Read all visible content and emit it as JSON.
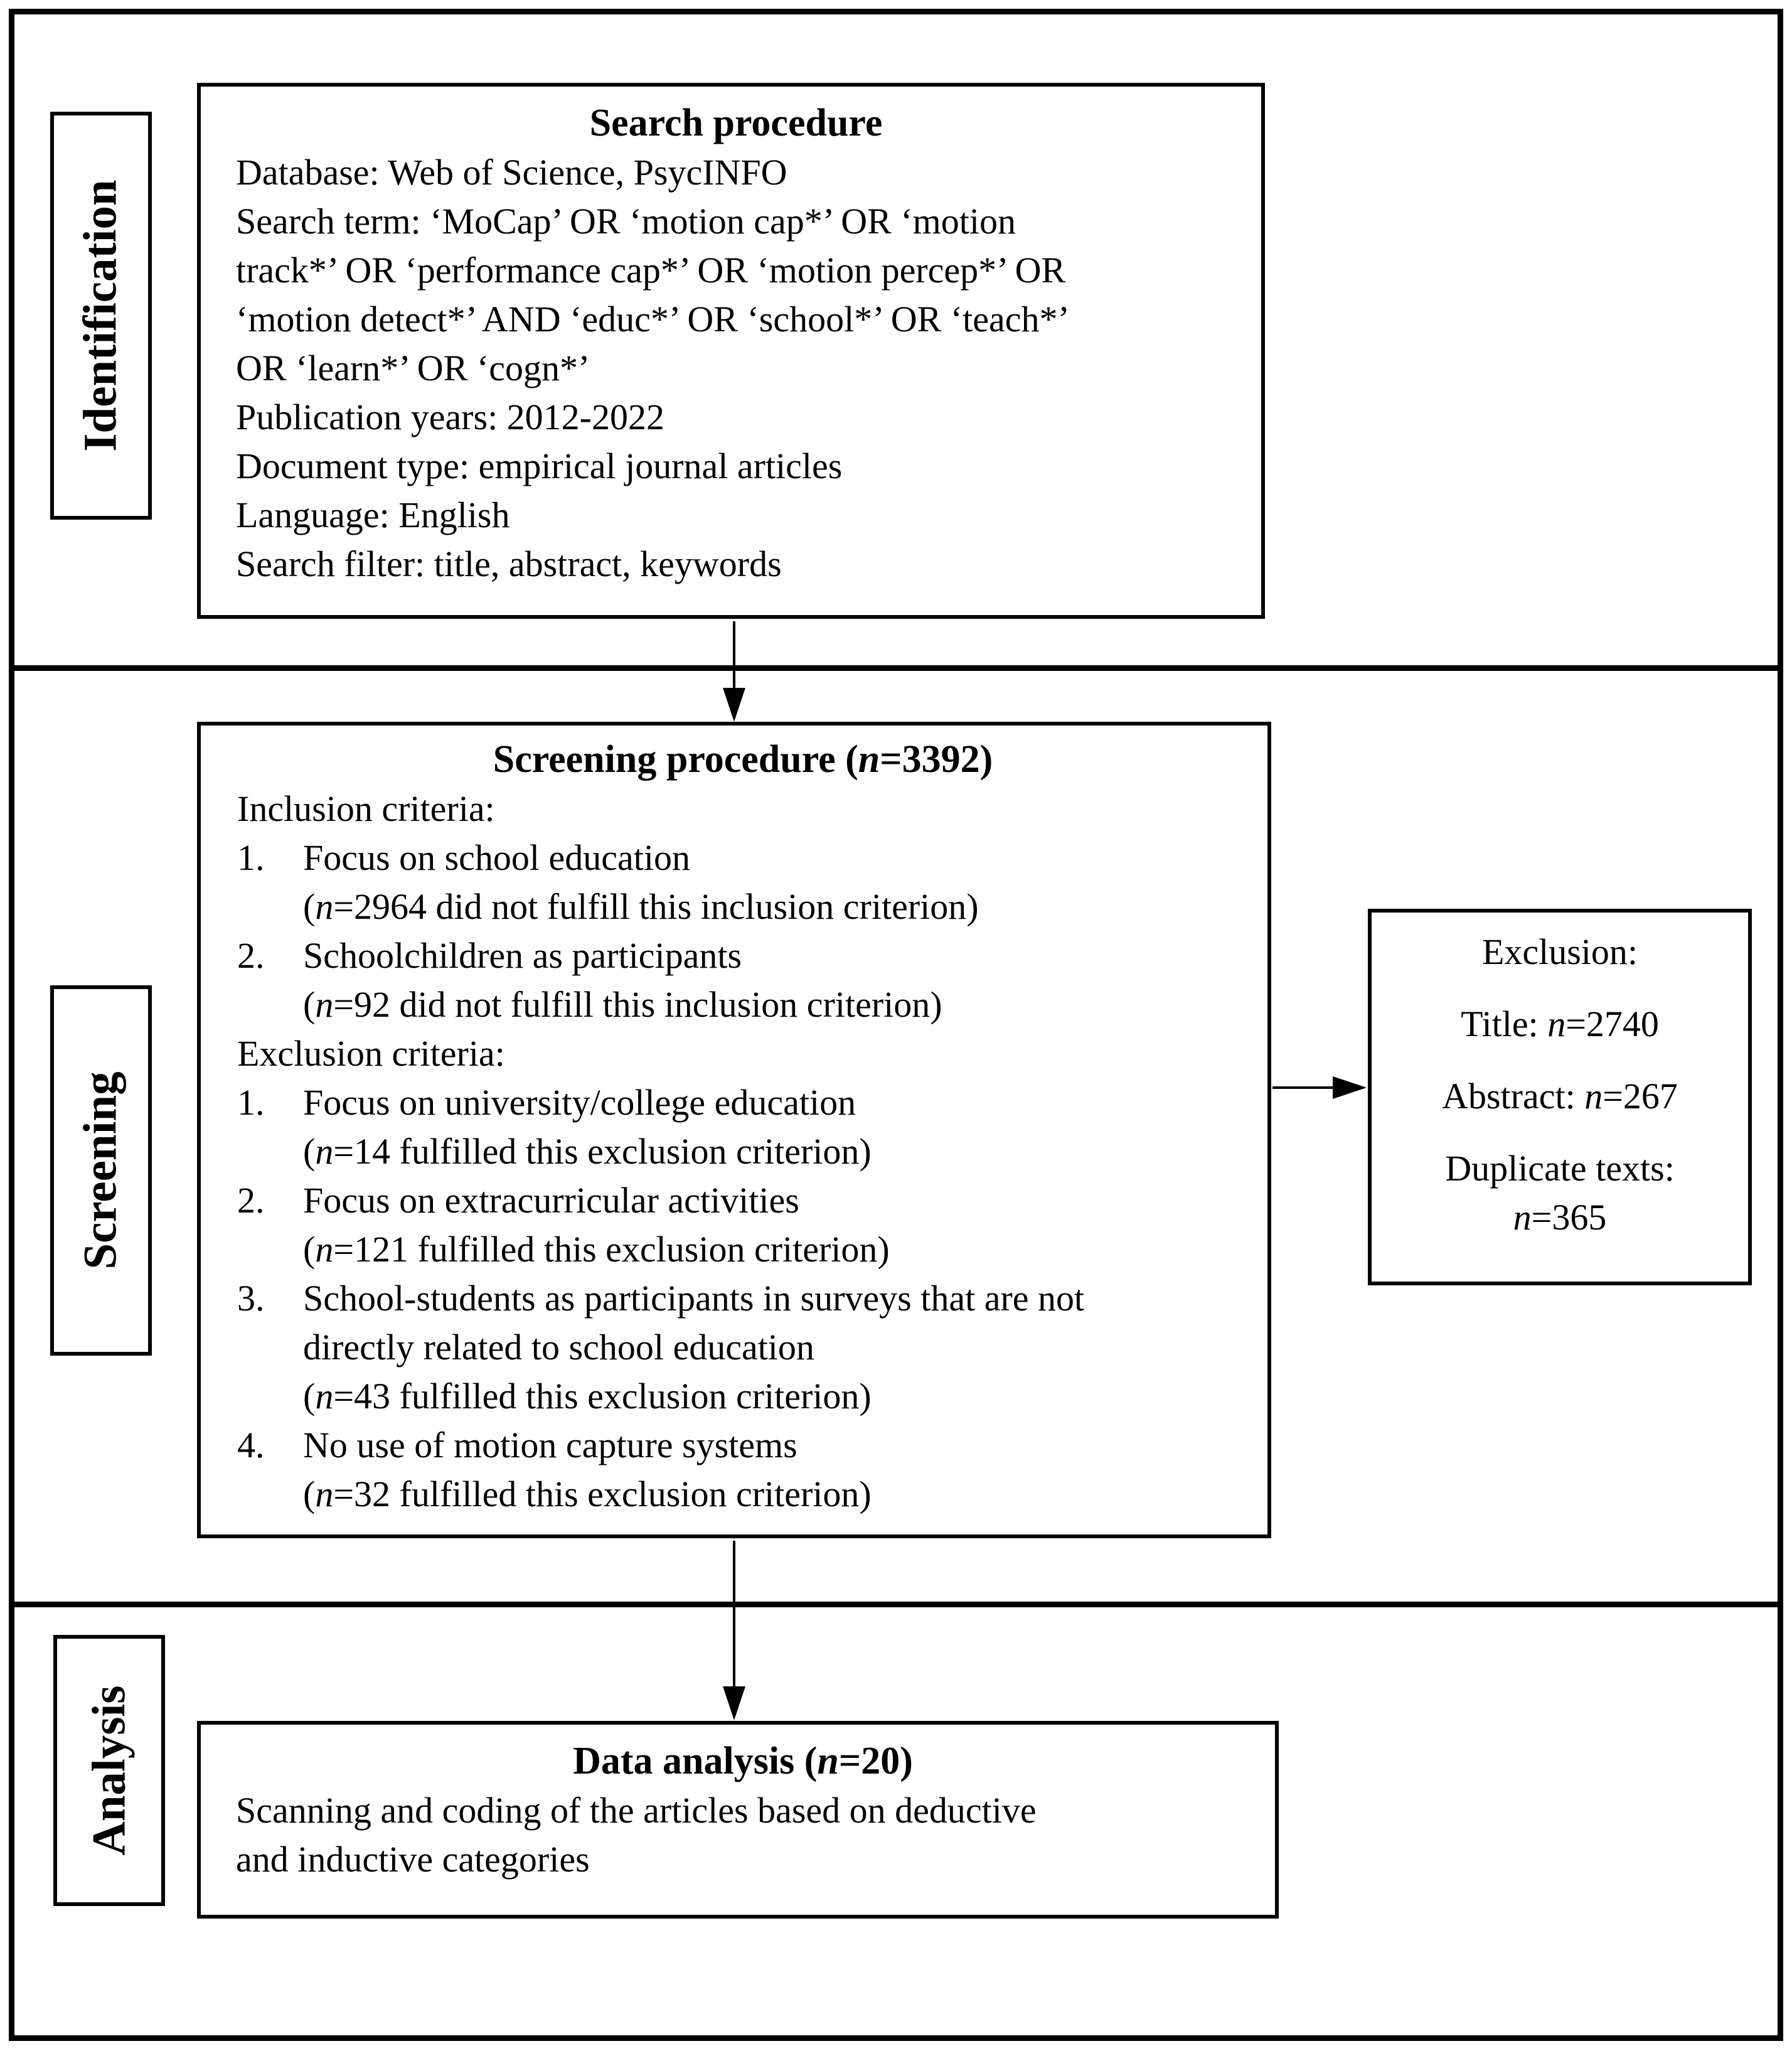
{
  "sections": {
    "identification": {
      "label": "Identification"
    },
    "screening": {
      "label": "Screening"
    },
    "analysis": {
      "label": "Analysis"
    }
  },
  "search_box": {
    "title": "Search procedure",
    "lines": [
      "Database: Web of Science, PsycINFO",
      "Search term: ‘MoCap’ OR ‘motion cap*’ OR ‘motion",
      "track*’ OR ‘performance cap*’ OR ‘motion percep*’ OR",
      "‘motion detect*’ AND ‘educ*’ OR ‘school*’ OR ‘teach*’",
      "OR ‘learn*’ OR ‘cogn*’",
      "Publication years: 2012-2022",
      "Document type: empirical journal articles",
      "Language: English",
      "Search filter: title, abstract, keywords"
    ]
  },
  "screening_box": {
    "title": "Screening procedure (n=3392)",
    "inclusion_heading": "Inclusion criteria:",
    "inclusion_items": [
      {
        "num": "1.",
        "lines": [
          "Focus on school education",
          "(n=2964 did not fulfill this inclusion criterion)"
        ]
      },
      {
        "num": "2.",
        "lines": [
          "Schoolchildren as participants",
          "(n=92 did not fulfill this inclusion criterion)"
        ]
      }
    ],
    "exclusion_heading": "Exclusion criteria:",
    "exclusion_items": [
      {
        "num": "1.",
        "lines": [
          "Focus on university/college education",
          "(n=14 fulfilled this exclusion criterion)"
        ]
      },
      {
        "num": "2.",
        "lines": [
          "Focus on extracurricular activities",
          "(n=121 fulfilled this exclusion criterion)"
        ]
      },
      {
        "num": "3.",
        "lines": [
          "School-students as participants in surveys that are not",
          "directly related to school education",
          "(n=43 fulfilled this exclusion criterion)"
        ]
      },
      {
        "num": "4.",
        "lines": [
          "No use of motion capture systems",
          "(n=32 fulfilled this exclusion criterion)"
        ]
      }
    ]
  },
  "exclusion_box": {
    "heading": "Exclusion:",
    "lines": [
      "Title: n=2740",
      "Abstract: n=267",
      "Duplicate texts:",
      "n=365"
    ]
  },
  "analysis_box": {
    "title": "Data analysis (n=20)",
    "lines": [
      "Scanning and coding of the articles based on deductive",
      "and inductive categories"
    ]
  },
  "colors": {
    "ink": "#000000",
    "background": "#ffffff"
  }
}
